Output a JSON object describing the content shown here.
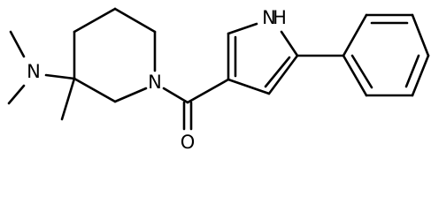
{
  "molecule": {
    "atoms": {
      "N_amine": "N",
      "N_piperidine": "N",
      "O_carbonyl": "O",
      "NH_pyrrole": "H"
    }
  }
}
